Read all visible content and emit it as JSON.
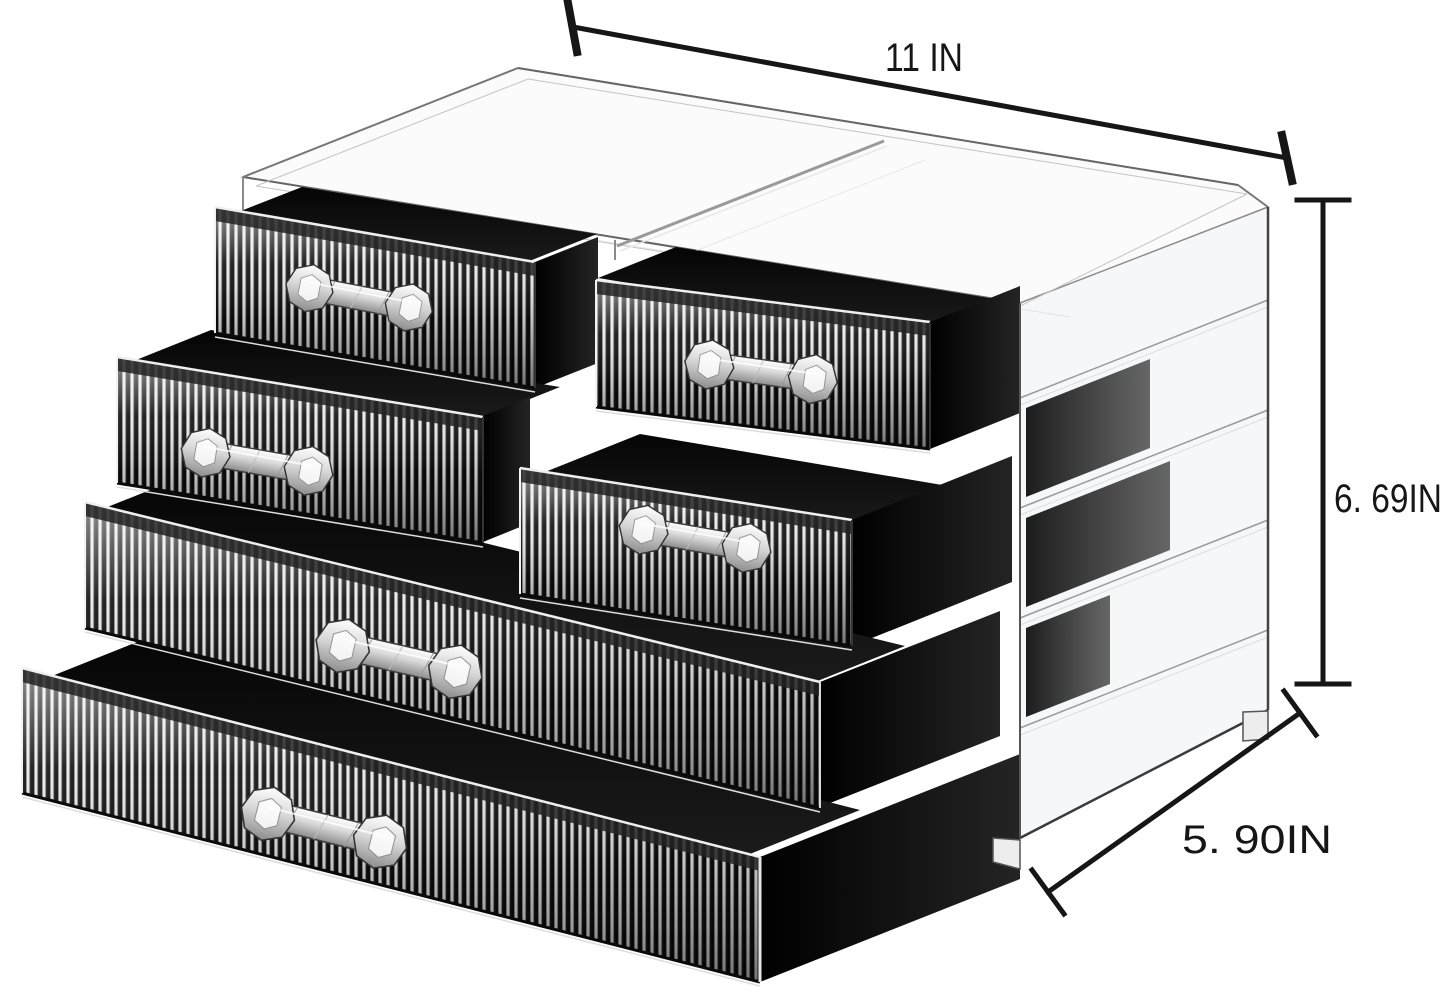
{
  "image": {
    "subject": "Clear acrylic cosmetic organizer with 6 pull-out drawers and black liners, annotated with product dimensions",
    "background": "#ffffff"
  },
  "dimensions": {
    "width": {
      "label": "11 IN"
    },
    "height": {
      "label": "6. 69IN"
    },
    "depth": {
      "label": "5. 90IN"
    }
  },
  "colors": {
    "dimension_line": "#161616",
    "drawer_liner": "#0a0a0a",
    "acrylic_edge": "#5a5a5a",
    "acrylic_panel": "#f6f7f8",
    "rib_highlight": "#e8e8e8"
  }
}
